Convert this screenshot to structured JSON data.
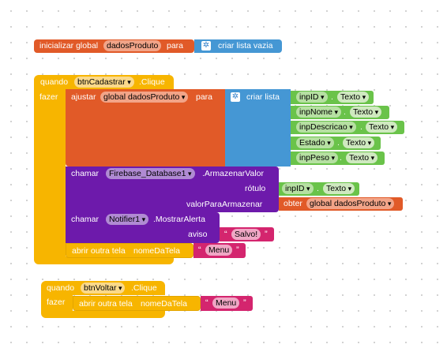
{
  "init_block": {
    "label": "inicializar global",
    "var_name": "dadosProduto",
    "para": "para",
    "list_label": "criar lista vazia"
  },
  "event1": {
    "quando": "quando",
    "component": "btnCadastrar",
    "event": ".Clique",
    "fazer": "fazer",
    "ajustar": "ajustar",
    "ajustar_var": "global dadosProduto",
    "para": "para",
    "criar_lista": "criar lista",
    "items": [
      {
        "component": "inpID",
        "prop": "Texto"
      },
      {
        "component": "inpNome",
        "prop": "Texto"
      },
      {
        "component": "inpDescricao",
        "prop": "Texto"
      },
      {
        "component": "Estado",
        "prop": "Texto"
      },
      {
        "component": "inpPeso",
        "prop": "Texto"
      }
    ],
    "firebase": {
      "chamar": "chamar",
      "component": "Firebase_Database1",
      "method": ".ArmazenarValor",
      "rotulo": "rótulo",
      "rotulo_component": "inpID",
      "rotulo_prop": "Texto",
      "valor": "valorParaArmazenar",
      "obter": "obter",
      "obter_var": "global dadosProduto"
    },
    "notifier": {
      "chamar": "chamar",
      "component": "Notifier1",
      "method": ".MostrarAlerta",
      "aviso": "aviso",
      "message": "Salvo!"
    },
    "open_screen": {
      "label": "abrir outra tela",
      "param": "nomeDaTela",
      "screen": "Menu"
    }
  },
  "event2": {
    "quando": "quando",
    "component": "btnVoltar",
    "event": ".Clique",
    "fazer": "fazer",
    "open_screen": {
      "label": "abrir outra tela",
      "param": "nomeDaTela",
      "screen": "Menu"
    }
  },
  "colors": {
    "variables": "#e15a28",
    "lists": "#4597d4",
    "control": "#f7b500",
    "components_get": "#6ac34a",
    "components_call": "#6d1aab",
    "text": "#d4256e"
  }
}
